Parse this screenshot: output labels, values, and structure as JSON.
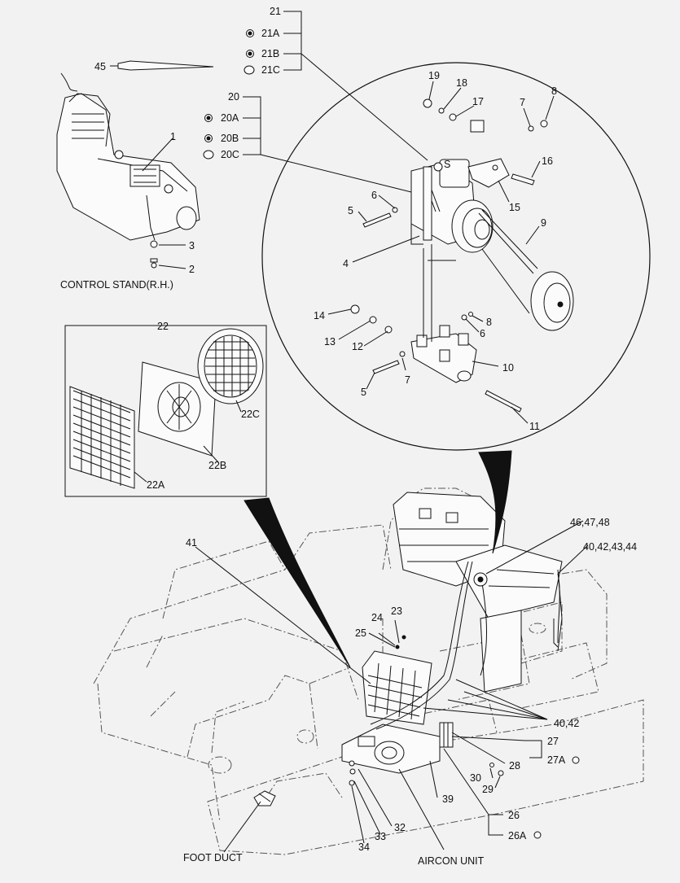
{
  "diagram": {
    "labels": {
      "p21": "21",
      "p21A": "21A",
      "p21B": "21B",
      "p21C": "21C",
      "p45": "45",
      "p20": "20",
      "p20A": "20A",
      "p20B": "20B",
      "p20C": "20C",
      "p1": "1",
      "p3": "3",
      "p2": "2",
      "control_stand": "CONTROL STAND(R.H.)",
      "p22": "22",
      "p22A": "22A",
      "p22B": "22B",
      "p22C": "22C",
      "c19": "19",
      "c18": "18",
      "c17": "17",
      "c7a": "7",
      "c8a": "8",
      "c6a": "6",
      "cS": "S",
      "c16": "16",
      "c5a": "5",
      "c15": "15",
      "c9": "9",
      "c4": "4",
      "c14": "14",
      "c8b": "8",
      "c13": "13",
      "c6b": "6",
      "c12": "12",
      "c10": "10",
      "c7b": "7",
      "c5b": "5",
      "c11": "11",
      "p41": "41",
      "p46": "46,47,48",
      "p40top": "40,42,43,44",
      "p24": "24",
      "p23": "23",
      "p25": "25",
      "p40": "40,42",
      "p27": "27",
      "p27A": "27A",
      "p28": "28",
      "p30": "30",
      "p29": "29",
      "p39": "39",
      "p26": "26",
      "p26A": "26A",
      "p32": "32",
      "p33": "33",
      "p34": "34",
      "foot_duct": "FOOT DUCT",
      "aircon_unit": "AIRCON UNIT"
    }
  }
}
